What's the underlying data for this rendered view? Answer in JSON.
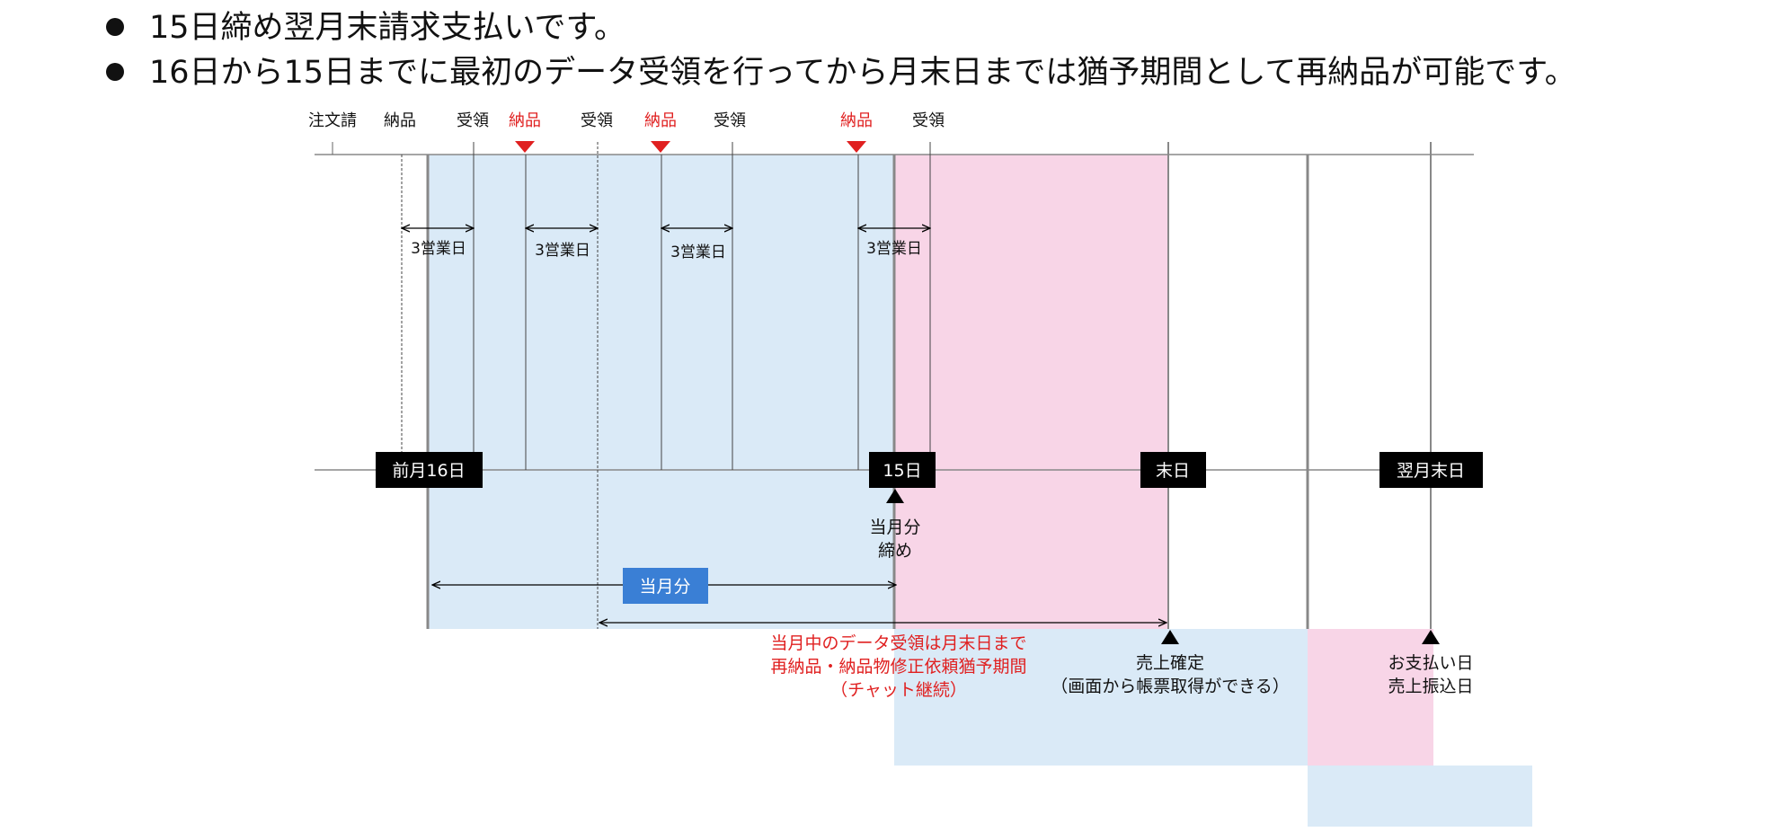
{
  "bullets": [
    "15日締め翌月末請求支払いです。",
    "16日から15日までに最初のデータ受領を行ってから月末日までは猶予期間として再納品が可能です。"
  ],
  "top_labels": {
    "order": "注文請",
    "delivery": "納品",
    "receipt": "受領"
  },
  "span_label": "3営業日",
  "date_labels": {
    "prev16": "前月16日",
    "d15": "15日",
    "month_end": "末日",
    "next_month_end": "翌月末日"
  },
  "cutoff_label": [
    "当月分",
    "締め"
  ],
  "current_month_label": "当月分",
  "grace_note": [
    "当月中のデータ受領は月末日まで",
    "再納品・納品物修正依頼猶予期間",
    "（チャット継続）"
  ],
  "sales_confirm": [
    "売上確定",
    "（画面から帳票取得ができる）"
  ],
  "payment": [
    "お支払い日",
    "売上振込日"
  ],
  "colors": {
    "blue_band": "#daeaf7",
    "pink_band": "#f8d5e7",
    "accent_red": "#e02020",
    "badge_blue": "#3a7fd5",
    "date_box": "#000000"
  }
}
